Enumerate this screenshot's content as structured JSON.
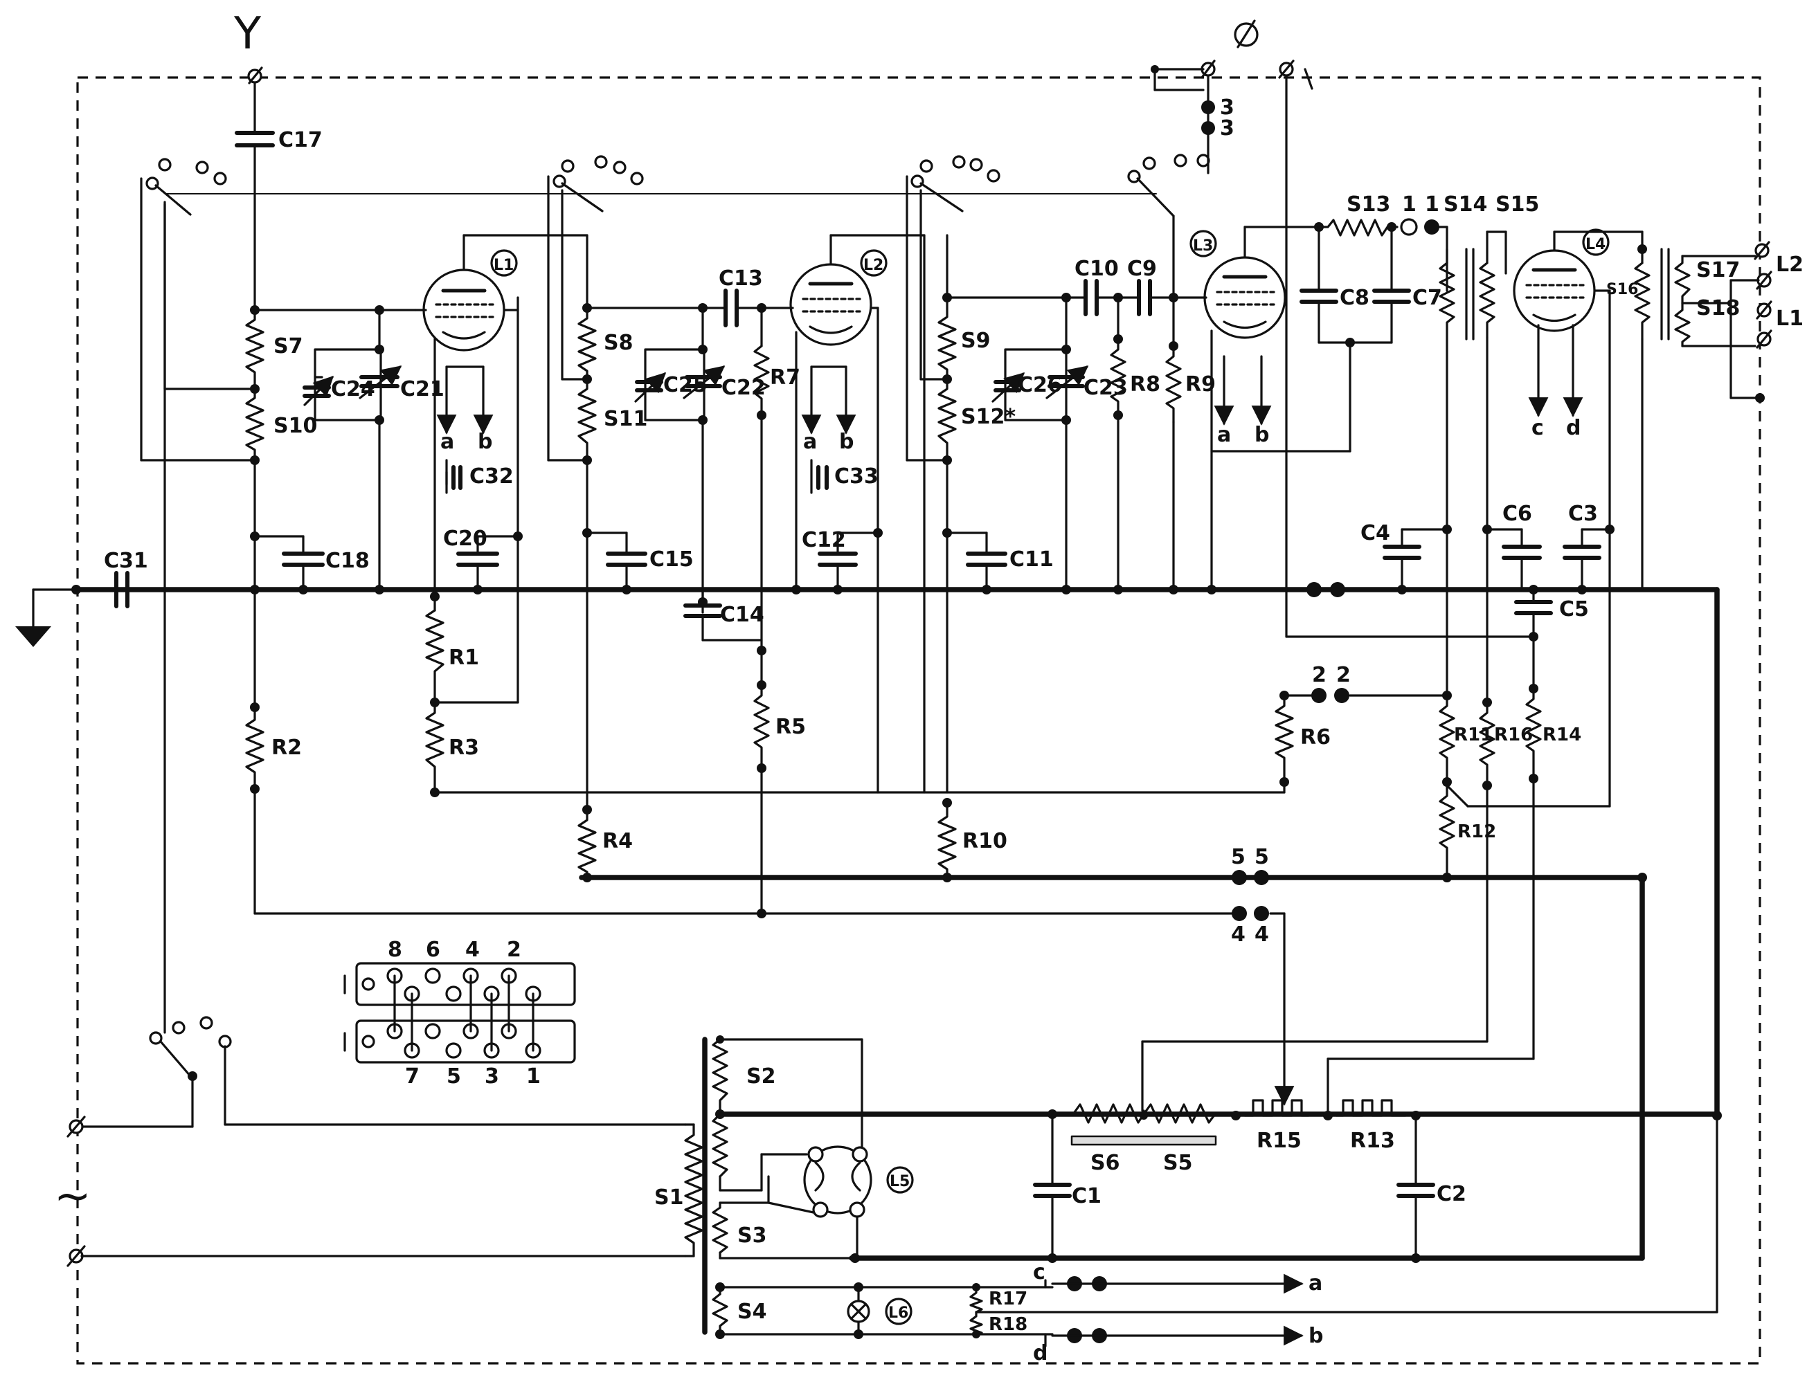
{
  "symbols": {
    "antenna": "Y",
    "ground": "ground-symbol",
    "ac_mains": "~",
    "earth_terminal": "⌀"
  },
  "tubes": [
    "L1",
    "L2",
    "L3",
    "L4",
    "L5",
    "L6"
  ],
  "coils": [
    "S7",
    "S10",
    "S8",
    "S11",
    "S9",
    "S12*",
    "S13",
    "S14",
    "S15",
    "S16",
    "S17",
    "S18",
    "S1",
    "S2",
    "S3",
    "S4",
    "S5",
    "S6"
  ],
  "capacitors": [
    "C17",
    "C24",
    "C21",
    "C32",
    "C18",
    "C20",
    "C31",
    "C13",
    "C25",
    "C22",
    "C33",
    "C15",
    "C12",
    "C14",
    "C10",
    "C9",
    "C26",
    "C23",
    "C11",
    "C8",
    "C7",
    "C4",
    "C6",
    "C3",
    "C5",
    "C1",
    "C2"
  ],
  "resistors": [
    "R7",
    "R8",
    "R9",
    "R1",
    "R3",
    "R2",
    "R5",
    "R4",
    "R10",
    "R6",
    "R11",
    "R16",
    "R14",
    "R12",
    "R15",
    "R13",
    "R17",
    "R18"
  ],
  "grid_pins": {
    "gp1a": "a",
    "gp1b": "b",
    "gp2a": "a",
    "gp2b": "b",
    "gp3a": "a",
    "gp3b": "b",
    "gp4c": "c",
    "gp4d": "d"
  },
  "jumpers": {
    "j1a": "1",
    "j1b": "1",
    "j2a": "2",
    "j2b": "2",
    "j3a": "3",
    "j3b": "3",
    "j4a": "4",
    "j4b": "4",
    "j5a": "5",
    "j5b": "5"
  },
  "outputs": {
    "speaker_a": "L2",
    "speaker_b": "L1"
  },
  "connector": {
    "top": [
      "8",
      "6",
      "4",
      "2"
    ],
    "bottom": [
      "7",
      "5",
      "3",
      "1"
    ]
  },
  "heater_lines": {
    "c": "c",
    "d": "d",
    "a": "a",
    "b": "b"
  }
}
